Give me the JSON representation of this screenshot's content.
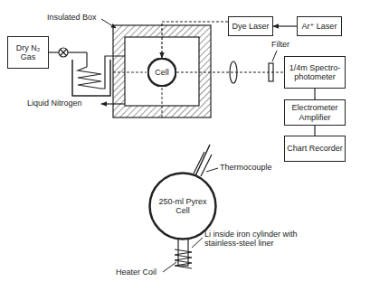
{
  "diagram": {
    "nodes": [
      {
        "text": [
          "Dry N₂ Gas"
        ]
      },
      {
        "text": [
          "Cell"
        ]
      },
      {
        "text": [
          "Dye Laser"
        ]
      },
      {
        "text": [
          "Ar⁺ Laser"
        ]
      },
      {
        "text": [
          "1/4m Spectro- photometer"
        ]
      },
      {
        "text": [
          "Electrometer Amplifier"
        ]
      },
      {
        "text": [
          "Chart Recorder"
        ]
      },
      {
        "text": [
          "250-ml Pyrex Cell"
        ]
      }
    ],
    "edges": [
      {
        "from": 3,
        "to": 2,
        "arrow": "to"
      },
      {
        "from": 2,
        "to": 1,
        "arrow": "to"
      },
      {
        "from": 1,
        "to": 4,
        "arrow": "none"
      },
      {
        "from": 4,
        "to": 5,
        "arrow": "none"
      },
      {
        "from": 5,
        "to": 6,
        "arrow": "none"
      }
    ],
    "labels": [
      "Insulated Box",
      "Liquid Nitrogen",
      "Filter",
      "Thermocouple",
      "Li inside iron cylinder with stainless-steel liner",
      "Heater Coil"
    ]
  }
}
